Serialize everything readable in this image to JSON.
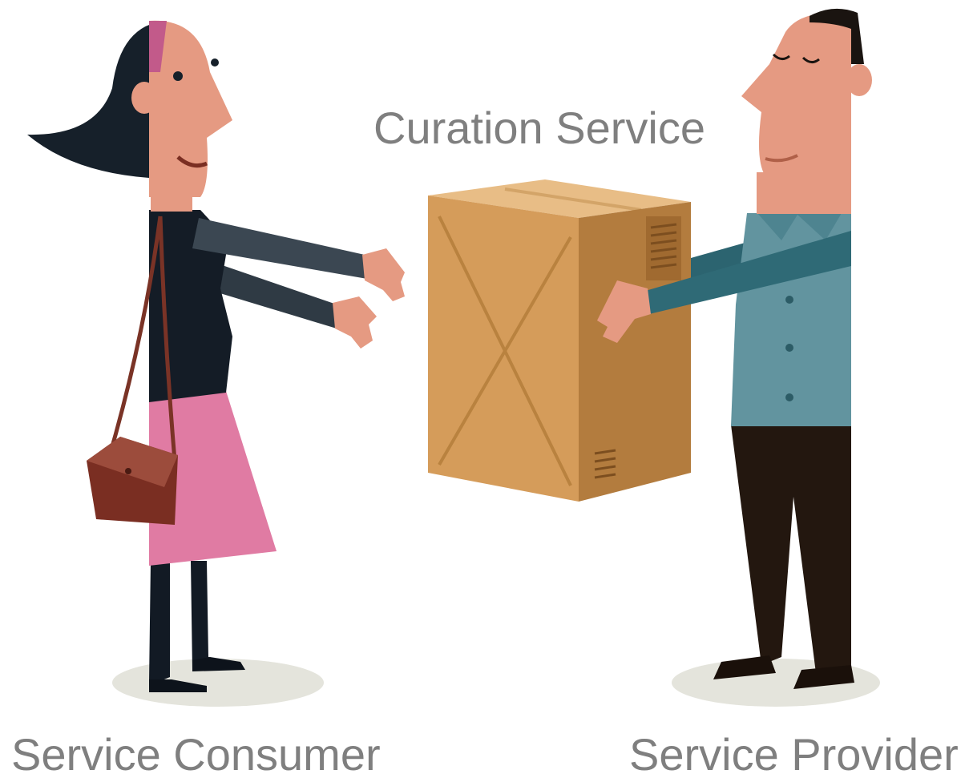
{
  "labels": {
    "curation": "Curation Service",
    "consumer": "Service Consumer",
    "provider": "Service Provider"
  },
  "colors": {
    "text": "#7f7f7f",
    "skin": "#e59a82",
    "hair": "#16202a",
    "sweater": "#141c26",
    "skirt": "#e07ba3",
    "bag": "#8e3d2e",
    "shirt": "#62949f",
    "pants": "#23170f",
    "box_front": "#d59c5a",
    "box_side": "#b37c3e",
    "box_top": "#e8bd86",
    "shadow": "#e4e4dc"
  }
}
